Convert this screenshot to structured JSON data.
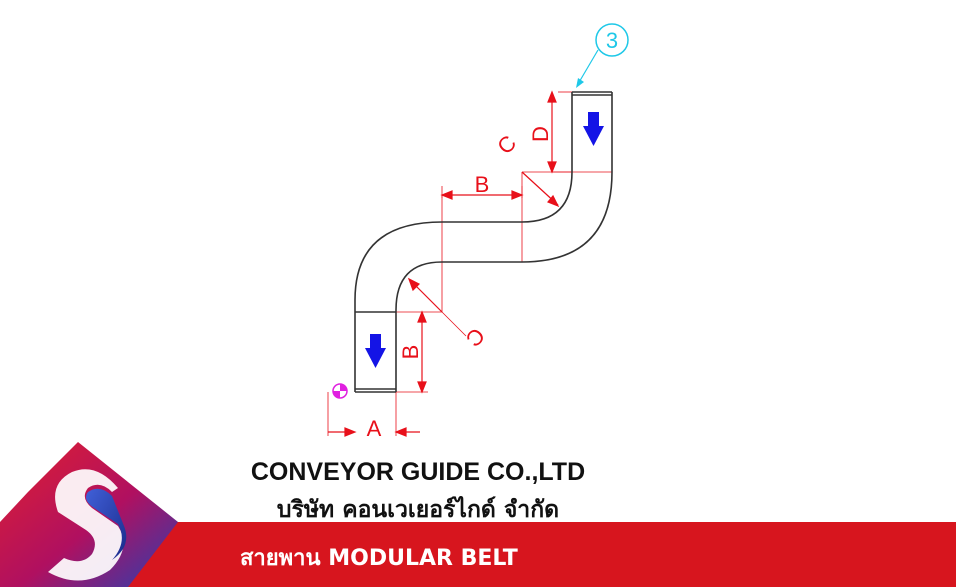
{
  "diagram": {
    "callout": "3",
    "labels": {
      "a_bottom": "A",
      "b_top": "B",
      "b_side": "B",
      "c_top": "C",
      "c_bottom": "C",
      "d_side": "D"
    }
  },
  "company": {
    "name_en": "CONVEYOR GUIDE CO.,LTD",
    "name_th": "บริษัท คอนเวเยอร์ไกด์ จำกัด"
  },
  "banner": {
    "text": "สายพาน MODULAR BELT"
  },
  "colors": {
    "dimension": "#e8101a",
    "flow_arrow": "#1414e6",
    "callout": "#1ec8e8",
    "banner": "#d7151e",
    "origin_marker": "#e020e0"
  },
  "icons": {
    "flow": "down-arrow-icon",
    "origin": "origin-marker-icon",
    "logo": "conveyor-guide-logo"
  }
}
